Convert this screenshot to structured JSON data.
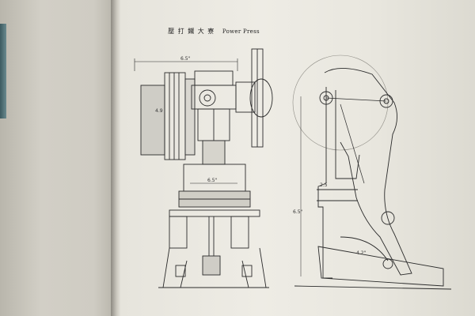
{
  "page": {
    "title_cjk": "壓 打 鐵 大 寮",
    "title_latin": "Power Press"
  },
  "front_view": {
    "dim_width": "6.5\"",
    "dim_side": "4.9",
    "dim_frame": "6.5\""
  },
  "side_view": {
    "dim_height": "6.5\"",
    "dim_bed": "2.5",
    "dim_base": "4.2\""
  },
  "colors": {
    "ink": "#2b2b2b",
    "paper": "#ebe9e1"
  }
}
